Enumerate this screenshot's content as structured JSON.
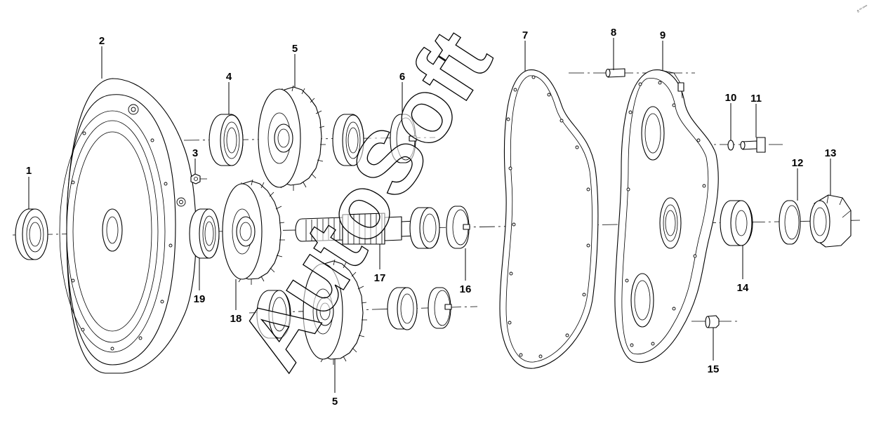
{
  "diagram": {
    "callouts": [
      {
        "id": "c1",
        "label": "1"
      },
      {
        "id": "c2",
        "label": "2"
      },
      {
        "id": "c3",
        "label": "3"
      },
      {
        "id": "c4",
        "label": "4"
      },
      {
        "id": "c5a",
        "label": "5"
      },
      {
        "id": "c5b",
        "label": "5"
      },
      {
        "id": "c6",
        "label": "6"
      },
      {
        "id": "c7",
        "label": "7"
      },
      {
        "id": "c8",
        "label": "8"
      },
      {
        "id": "c9",
        "label": "9"
      },
      {
        "id": "c10",
        "label": "10"
      },
      {
        "id": "c11",
        "label": "11"
      },
      {
        "id": "c12",
        "label": "12"
      },
      {
        "id": "c13",
        "label": "13"
      },
      {
        "id": "c14",
        "label": "14"
      },
      {
        "id": "c15",
        "label": "15"
      },
      {
        "id": "c16",
        "label": "16"
      },
      {
        "id": "c17",
        "label": "17"
      },
      {
        "id": "c18",
        "label": "18"
      },
      {
        "id": "c19",
        "label": "19"
      }
    ],
    "watermark": "AutoSoft",
    "corner_mark": "8 ºº ºººº"
  }
}
